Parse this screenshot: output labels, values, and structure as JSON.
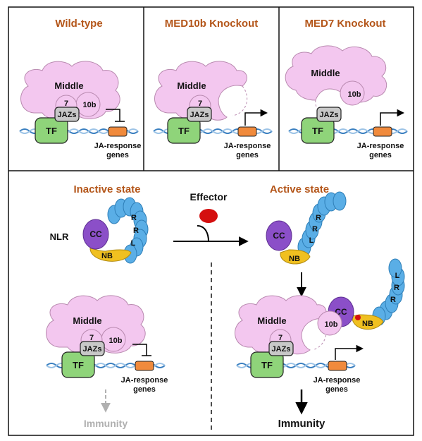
{
  "panels": {
    "wild_type": {
      "title": "Wild-type",
      "middle": "Middle",
      "med7": "7",
      "med10b": "10b",
      "jazs": "JAZs",
      "tf": "TF",
      "genes_line1": "JA-response",
      "genes_line2": "genes"
    },
    "med10b_ko": {
      "title": "MED10b Knockout",
      "middle": "Middle",
      "med7": "7",
      "jazs": "JAZs",
      "tf": "TF",
      "genes_line1": "JA-response",
      "genes_line2": "genes"
    },
    "med7_ko": {
      "title": "MED7 Knockout",
      "middle": "Middle",
      "med10b": "10b",
      "jazs": "JAZs",
      "tf": "TF",
      "genes_line1": "JA-response",
      "genes_line2": "genes"
    }
  },
  "bottom": {
    "inactive_title": "Inactive state",
    "active_title": "Active state",
    "effector": "Effector",
    "nlr": "NLR",
    "cc": "CC",
    "nb": "NB",
    "lrr": [
      "L",
      "R",
      "R"
    ],
    "inactive_complex": {
      "middle": "Middle",
      "med7": "7",
      "med10b": "10b",
      "jazs": "JAZs",
      "tf": "TF",
      "genes_line1": "JA-response",
      "genes_line2": "genes",
      "outcome": "Immunity"
    },
    "active_complex": {
      "middle": "Middle",
      "med7": "7",
      "med10b": "10b",
      "jazs": "JAZs",
      "tf": "TF",
      "genes_line1": "JA-response",
      "genes_line2": "genes",
      "outcome": "Immunity"
    }
  },
  "colors": {
    "title": "#b4561a",
    "mediator": "#f3c7ef",
    "mediator_stroke": "#b98ab0",
    "tf": "#8fd47a",
    "jazs": "#c8c8c8",
    "gene": "#f08a3c",
    "cc": "#8b4fc8",
    "nb": "#f0c020",
    "lrr": "#5aaee6",
    "effector": "#d40f0f",
    "dna": "#3a7fc0",
    "faded": "#b0b0b0"
  }
}
